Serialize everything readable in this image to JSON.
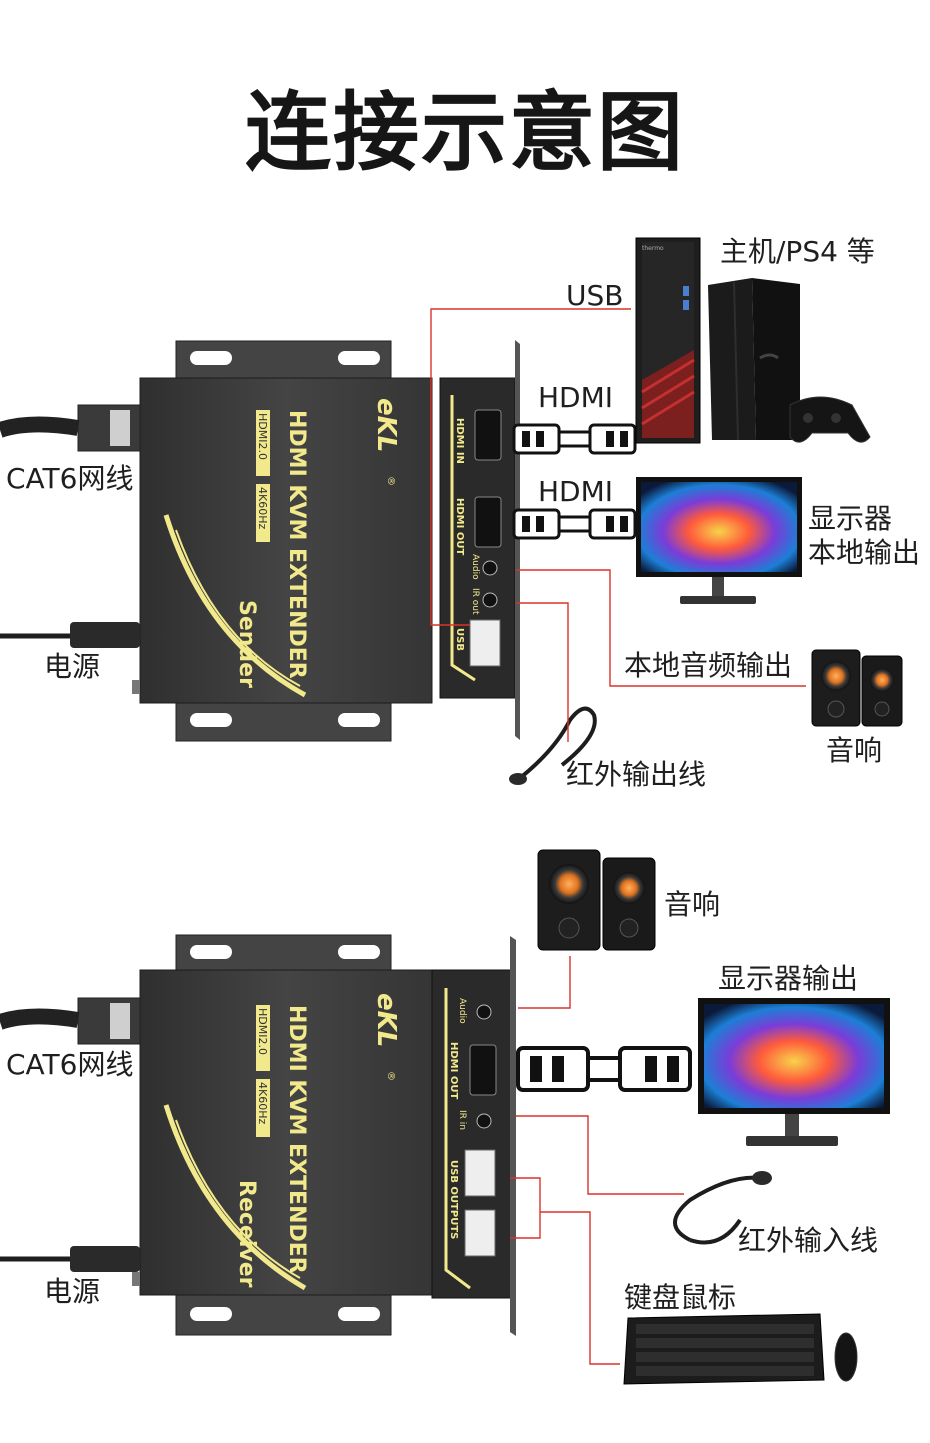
{
  "title": "连接示意图",
  "brand": "eKL",
  "registered": "®",
  "sender": {
    "product": "HDMI KVM EXTENDER",
    "spec_a": "HDMI2.0",
    "spec_b": "4K60Hz",
    "role": "Sender",
    "ports": {
      "hdmi_in": "HDMI IN",
      "hdmi_out": "HDMI OUT",
      "audio": "Audio",
      "ir_out": "IR out",
      "usb": "USB"
    }
  },
  "receiver": {
    "product": "HDMI KVM EXTENDER",
    "spec_a": "HDMI2.0",
    "spec_b": "4K60Hz",
    "role": "Receiver",
    "ports": {
      "audio": "Audio",
      "hdmi_out": "HDMI OUT",
      "ir_in": "IR in",
      "usb_outputs": "USB OUTPUTS"
    }
  },
  "labels": {
    "top_host": "主机/PS4 等",
    "top_usb": "USB",
    "top_hdmi_in": "HDMI",
    "top_hdmi_out": "HDMI",
    "top_monitor_1": "显示器",
    "top_monitor_2": "本地输出",
    "top_cat6": "CAT6网线",
    "top_power": "电源",
    "top_local_audio": "本地音频输出",
    "top_speaker": "音响",
    "top_ir_cable": "红外输出线",
    "bot_speaker": "音响",
    "bot_monitor": "显示器输出",
    "bot_cat6": "CAT6网线",
    "bot_power": "电源",
    "bot_ir_cable": "红外输入线",
    "bot_kbm": "键盘鼠标"
  },
  "pc_brand": "thermo",
  "colors": {
    "wire": "#d9342b",
    "device": "#3c3c3c",
    "panel": "#2a2a2a",
    "accent": "#f2e88c"
  }
}
